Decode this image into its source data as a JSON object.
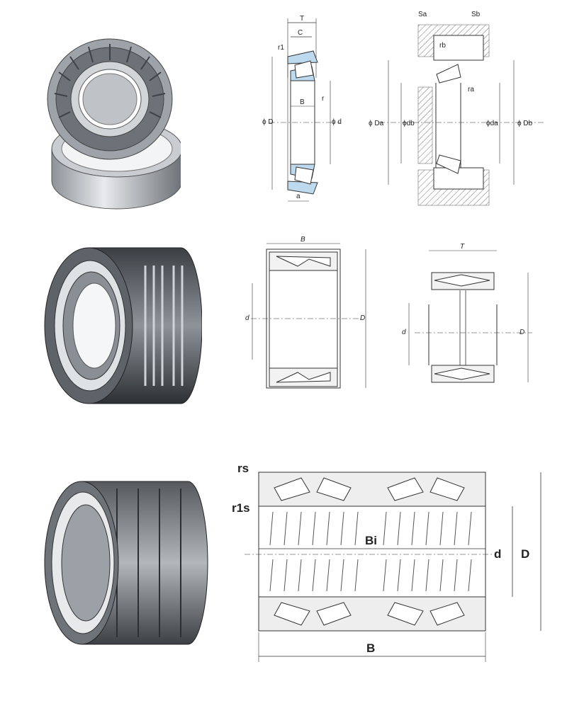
{
  "colors": {
    "steel_light": "#e4e6e8",
    "steel_mid": "#a9adb2",
    "steel_dark": "#4f545a",
    "line": "#333333",
    "highlight_blue": "#bcd9ee",
    "hatch": "#777777"
  },
  "row1": {
    "photo_icon": "single-row-tapered-roller-bearing-icon",
    "section_labels": {
      "T": "T",
      "C": "C",
      "r1": "r1",
      "r": "r",
      "B": "B",
      "phiD": "ϕ D",
      "phid": "ϕ d",
      "a": "a"
    },
    "mounting_labels": {
      "Sa": "Sa",
      "Sb": "Sb",
      "rb": "rb",
      "ra": "ra",
      "phiDa": "ϕ Da",
      "phidb": "ϕdb",
      "phida": "ϕda",
      "phiDb": "ϕ Db"
    }
  },
  "row2": {
    "photo_icon": "double-row-tapered-roller-bearing-icon",
    "left_labels": {
      "B": "B",
      "d": "d",
      "D": "D"
    },
    "right_labels": {
      "T": "T",
      "d": "d",
      "D": "D"
    }
  },
  "row3": {
    "photo_icon": "four-row-tapered-roller-bearing-icon",
    "labels": {
      "rs": "rs",
      "r1s": "r1s",
      "Bi": "Bi",
      "d": "d",
      "D": "D",
      "B": "B"
    }
  }
}
